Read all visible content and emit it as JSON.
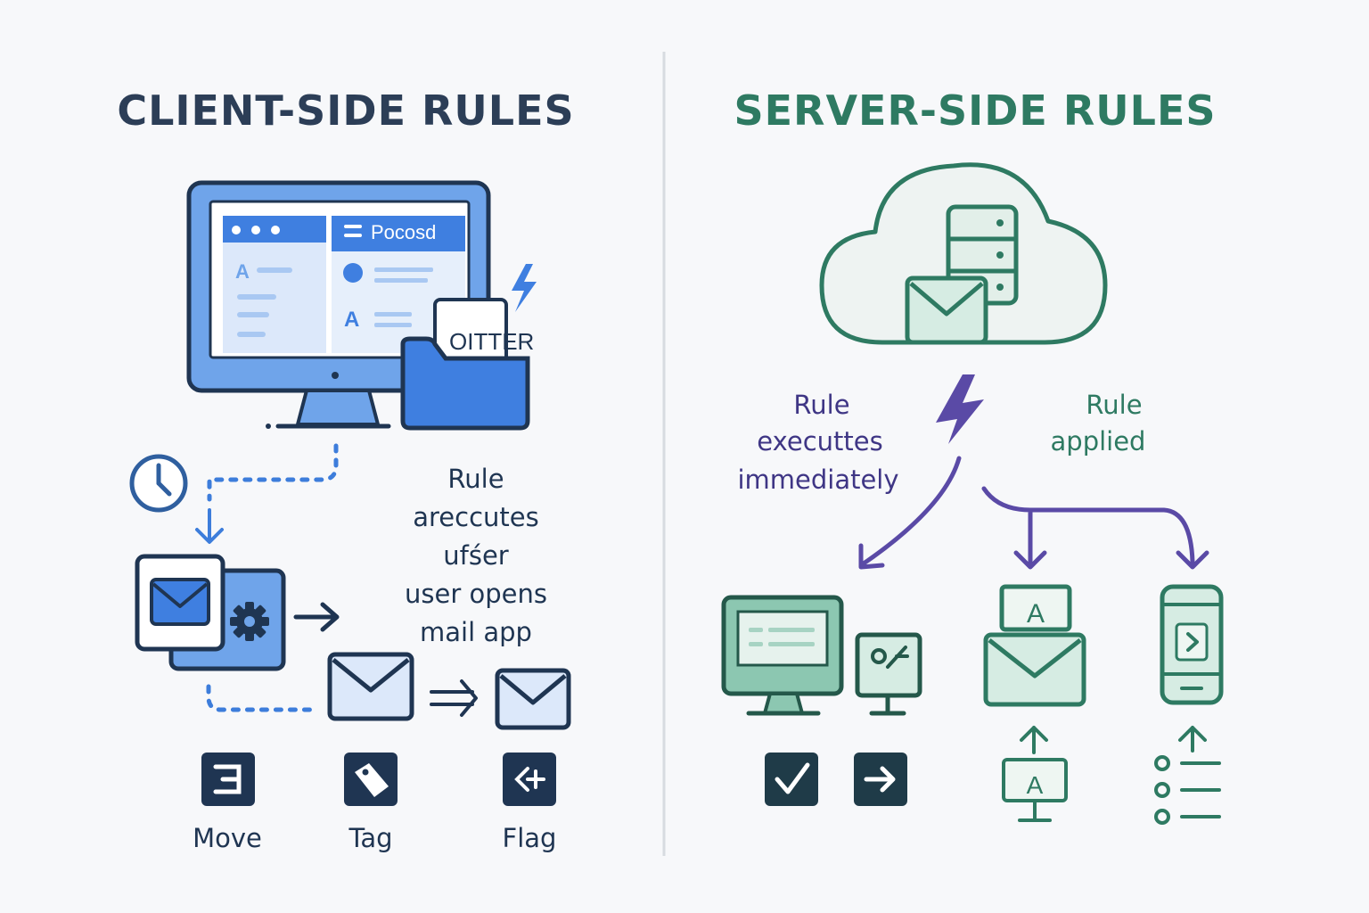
{
  "client": {
    "title": "CLIENT-SIDE RULES",
    "app_window_label": "Pocosd",
    "filter_card_label": "OITTER",
    "rule_note": [
      "Rule",
      "areccutes",
      "ufśer",
      "user opens",
      "mail app"
    ],
    "actions": [
      {
        "label": "Move",
        "icon": "move-icon"
      },
      {
        "label": "Tag",
        "icon": "tag-icon"
      },
      {
        "label": "Flag",
        "icon": "flag-icon"
      }
    ],
    "colors": {
      "title": "#2c3e57",
      "accent": "#3d7ddb",
      "dark": "#1f3552",
      "light": "#a9c8f2"
    }
  },
  "server": {
    "title": "SERVER-SIDE RULES",
    "rule_note_left": [
      "Rule",
      "executtes",
      "immediately"
    ],
    "rule_note_right": [
      "Rule",
      "applied"
    ],
    "colors": {
      "title": "#2e7a62",
      "green": "#3a8a6a",
      "purple": "#5a4aa6",
      "mint": "#d6ece3"
    }
  },
  "divider_color": "#d7dbe0"
}
